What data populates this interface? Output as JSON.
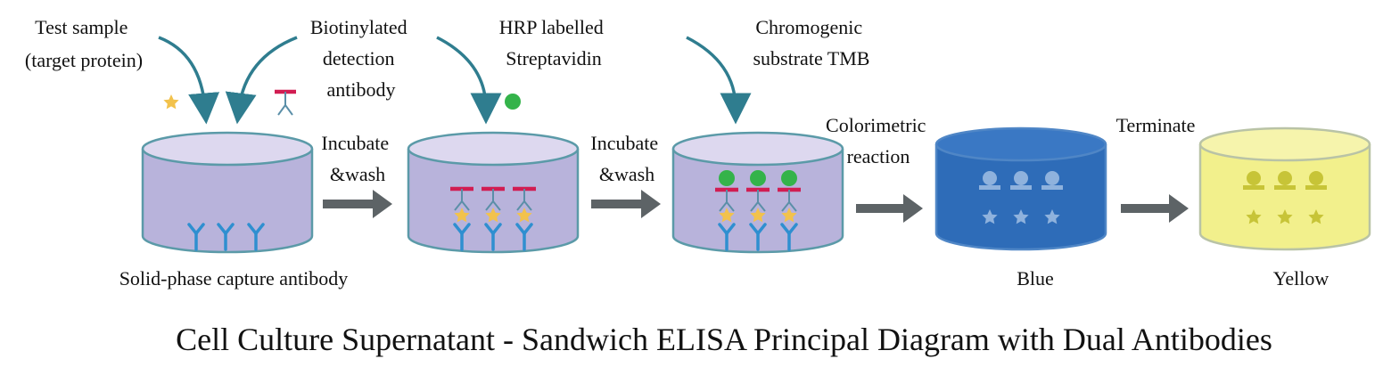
{
  "reagents": {
    "test_sample": [
      "Test sample",
      "(target protein)"
    ],
    "biotinylated": [
      "Biotinylated",
      "detection",
      "antibody"
    ],
    "hrp": [
      "HRP labelled",
      "Streptavidin"
    ],
    "chromogenic": [
      "Chromogenic",
      "substrate TMB"
    ]
  },
  "steps": {
    "step1": [
      "Incubate",
      "&wash"
    ],
    "step2": [
      "Incubate",
      "&wash"
    ],
    "step3": [
      "Colorimetric",
      "reaction"
    ],
    "step4": [
      "Terminate"
    ]
  },
  "well_labels": {
    "capture": "Solid-phase capture antibody",
    "blue": "Blue",
    "yellow": "Yellow"
  },
  "caption": "Cell Culture Supernatant - Sandwich ELISA Principal Diagram with Dual Antibodies",
  "colors": {
    "well_fill_purple": "#b8b3db",
    "well_top_purple": "#ddd8ef",
    "well_stroke": "#5b9aa8",
    "blue_well": "#2e6cb8",
    "blue_well_top": "#3a78c4",
    "yellow_well": "#f2f08c",
    "yellow_well_top": "#f6f4ac",
    "capture_antibody": "#2f8fd0",
    "detection_antibody_bar": "#d11d52",
    "antigen_star": "#f2c24c",
    "streptavidin_dot": "#34b34a",
    "arrow_gray": "#5d6366",
    "curved_arrow": "#2f7d8f"
  }
}
